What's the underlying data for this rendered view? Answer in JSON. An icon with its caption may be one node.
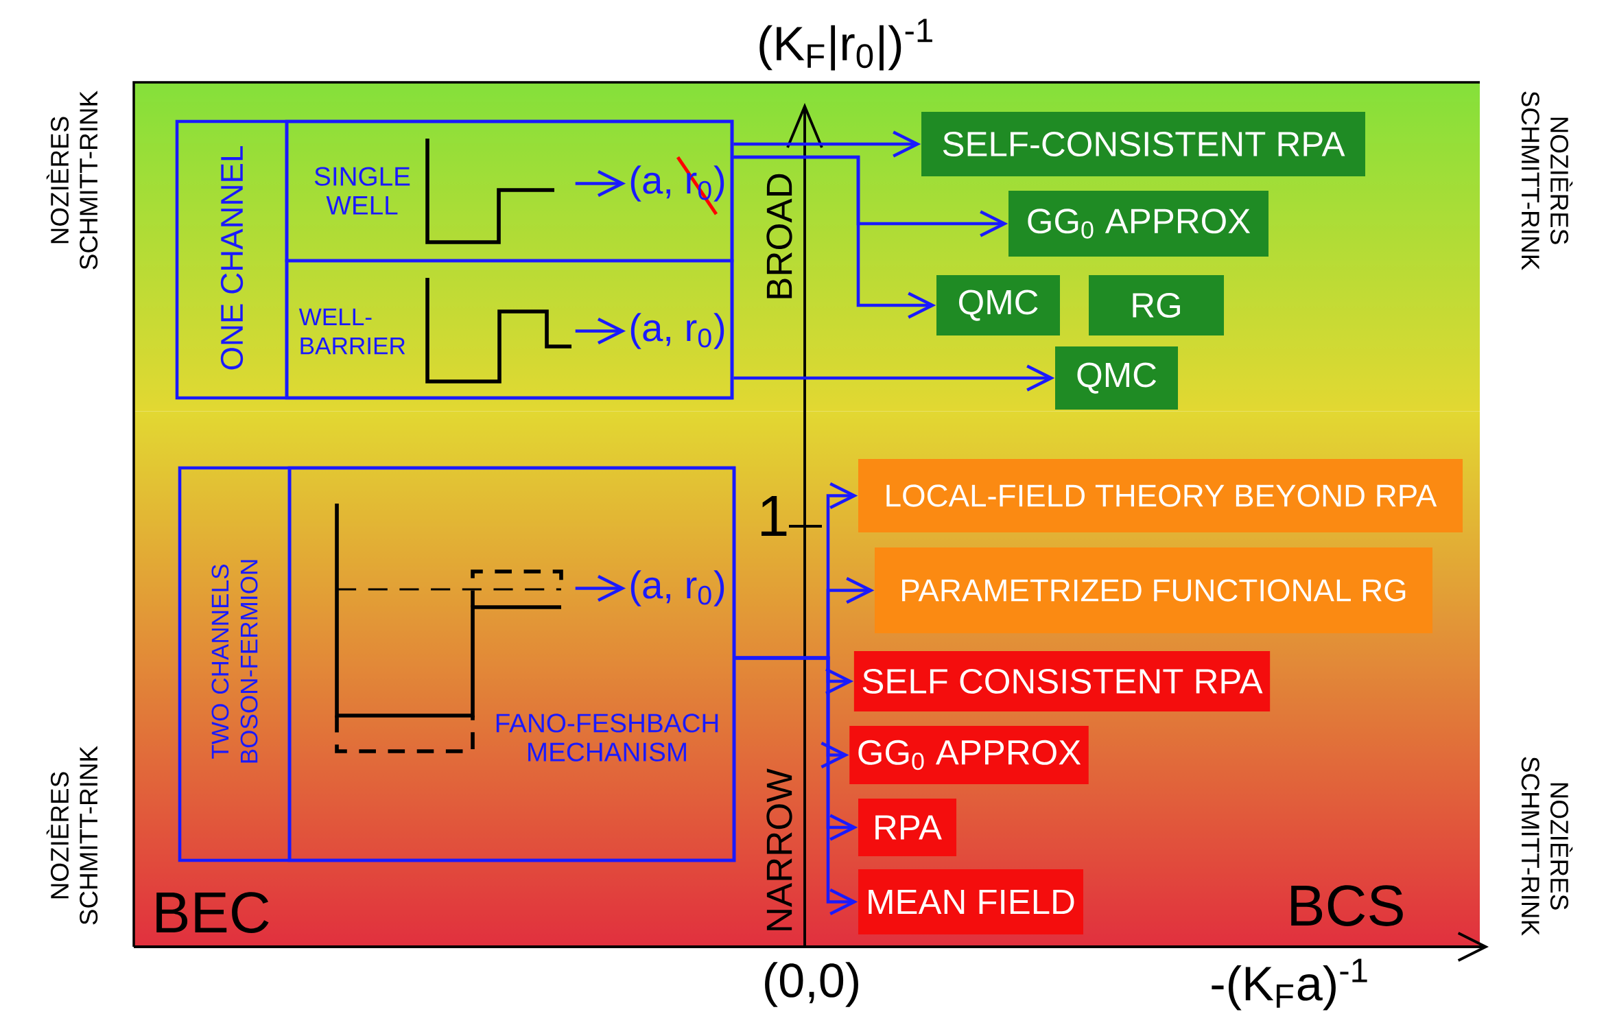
{
  "diagram": {
    "nodes": [
      {
        "text": [
          "ONE CHANNEL"
        ]
      },
      {
        "text": [
          "SINGLE WELL"
        ],
        "in": 0
      },
      {
        "text": [],
        "shape": "picture",
        "in": 1
      },
      {
        "text": [
          "(a, r$_{0}$)"
        ],
        "in": 1
      },
      {
        "text": [
          "WELL-BARRIER"
        ],
        "in": 0
      },
      {
        "text": [],
        "shape": "picture",
        "in": 4
      },
      {
        "text": [
          "(a, r$_{0}$)"
        ],
        "in": 4
      },
      {
        "text": [
          "TWO CHANNELS BOSON-FERMION"
        ]
      },
      {
        "text": [
          "FANO-FESHBACH MECHANISM"
        ],
        "in": 7
      },
      {
        "text": [],
        "shape": "picture",
        "in": 8
      },
      {
        "text": [
          "(a, r$_{0}$)"
        ],
        "in": 8
      },
      {
        "text": [
          "SELF-CONSISTENT RPA"
        ]
      },
      {
        "text": [
          "GG$_{0}$ APPROX"
        ]
      },
      {
        "text": [
          "QMC"
        ]
      },
      {
        "text": [
          "RG"
        ]
      },
      {
        "text": [
          "QMC"
        ]
      },
      {
        "text": [
          "LOCAL-FIELD THEORY BEYOND RPA"
        ]
      },
      {
        "text": [
          "PARAMETRIZED FUNCTIONAL RG"
        ]
      },
      {
        "text": [
          "SELF CONSISTENT RPA"
        ]
      },
      {
        "text": [
          "GG$_{0}$ APPROX"
        ]
      },
      {
        "text": [
          "RPA"
        ]
      },
      {
        "text": [
          "MEAN FIELD"
        ]
      }
    ],
    "edges": [
      {
        "from": 2,
        "to": 3,
        "arrow": "to"
      },
      {
        "from": 5,
        "to": 6,
        "arrow": "to"
      },
      {
        "from": 9,
        "to": 10,
        "arrow": "to"
      },
      {
        "from": 1,
        "to": 11,
        "arrow": "to"
      },
      {
        "from": 1,
        "to": 12,
        "arrow": "to"
      },
      {
        "from": 1,
        "to": 13,
        "arrow": "to"
      },
      {
        "from": 4,
        "to": 15,
        "arrow": "to"
      },
      {
        "from": 7,
        "to": 16,
        "arrow": "to"
      },
      {
        "from": 7,
        "to": 17,
        "arrow": "to"
      },
      {
        "from": 7,
        "to": 18,
        "arrow": "to"
      },
      {
        "from": 7,
        "to": 19,
        "arrow": "to"
      },
      {
        "from": 7,
        "to": 20,
        "arrow": "to"
      },
      {
        "from": 7,
        "to": 21,
        "arrow": "to"
      }
    ],
    "labels": [
      "(K$_{F}$|r$_{0}$|)$^{-1}$",
      "NOZIÈRES SCHMITT-RINK",
      "NOZIÈRES SCHMITT-RINK",
      "BROAD",
      "1",
      "NOZIÈRES SCHMITT-RINK",
      "BEC",
      "NARROW",
      "BCS",
      "NOZIÈRES SCHMITT-RINK",
      "(0,0)",
      "-(K$_{F}$a)$^{-1}$"
    ]
  }
}
